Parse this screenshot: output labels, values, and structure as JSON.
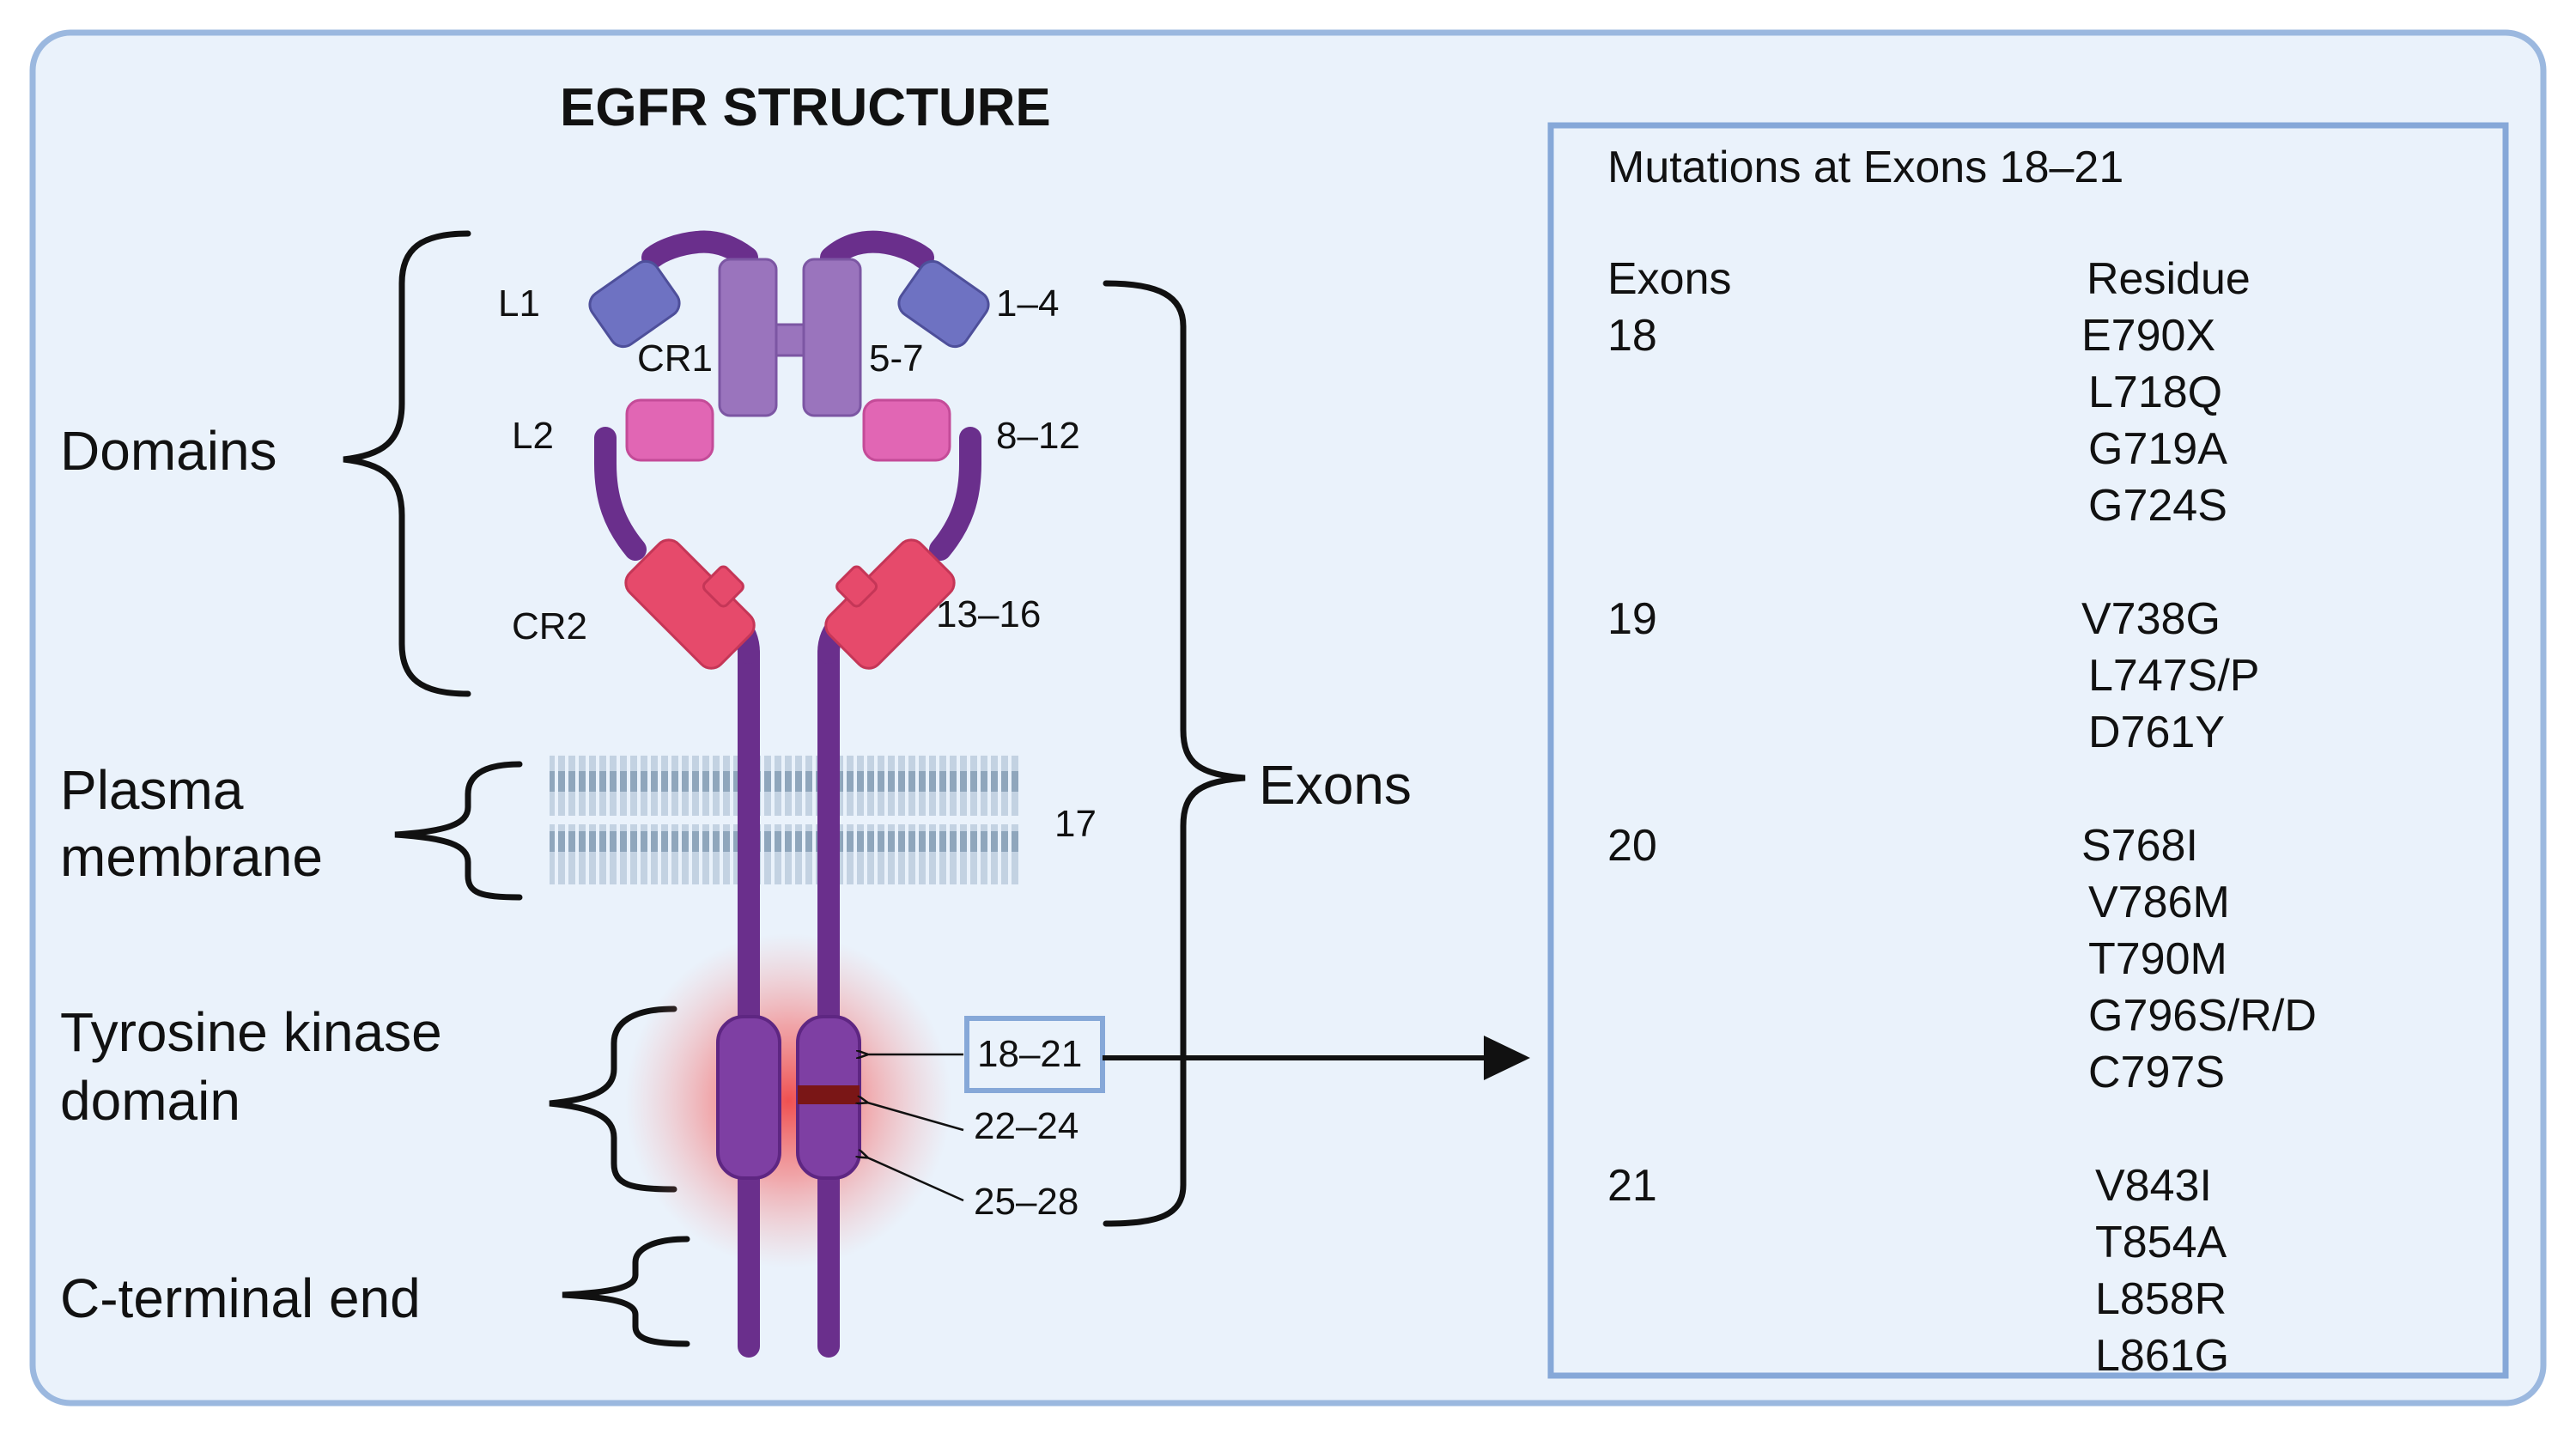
{
  "title": "EGFR STRUCTURE",
  "structure_labels": {
    "domains": "Domains",
    "plasma_membrane_line1": "Plasma",
    "plasma_membrane_line2": "membrane",
    "tk_domain_line1": "Tyrosine kinase",
    "tk_domain_line2": "domain",
    "c_terminal": "C-terminal end",
    "exons": "Exons"
  },
  "domain_labels": {
    "L1": "L1",
    "CR1": "CR1",
    "L2": "L2",
    "CR2": "CR2"
  },
  "exon_labels": {
    "e1_4": "1–4",
    "e5_7": "5-7",
    "e8_12": "8–12",
    "e13_16": "13–16",
    "e17": "17",
    "e18_21": "18–21",
    "e22_24": "22–24",
    "e25_28": "25–28"
  },
  "mutations": {
    "title": "Mutations at Exons 18–21",
    "col_exons": "Exons",
    "col_residue": "Residue",
    "groups": [
      {
        "exon": "18",
        "residues": [
          "E790X",
          "L718Q",
          "G719A",
          "G724S"
        ]
      },
      {
        "exon": "19",
        "residues": [
          "V738G",
          "L747S/P",
          "D761Y"
        ]
      },
      {
        "exon": "20",
        "residues": [
          "S768I",
          "V786M",
          "T790M",
          "G796S/R/D",
          "C797S"
        ]
      },
      {
        "exon": "21",
        "residues": [
          "V843I",
          "T854A",
          "L858R",
          "L861G"
        ]
      }
    ]
  },
  "colors": {
    "background": "#eaf2fb",
    "frame": "#9bb8df",
    "receptor": "#6a2f8c",
    "cr1": "#9a74bd",
    "l1": "#6e72c2",
    "l2": "#e166b4",
    "cr2": "#e64a6b",
    "mutation_band": "#7a1616",
    "kinase_glow": "#f25a5a"
  }
}
